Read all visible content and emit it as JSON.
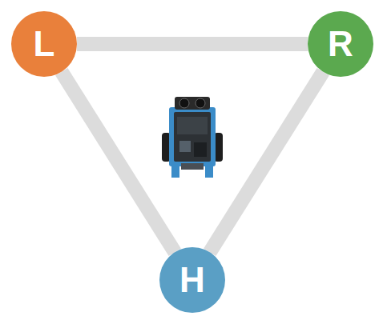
{
  "diagram": {
    "nodes": [
      {
        "text": [
          "L"
        ]
      },
      {
        "text": [
          "R"
        ]
      },
      {
        "text": [
          "H"
        ]
      }
    ],
    "edges": [
      {
        "from": 0,
        "to": 1,
        "arrow": "none"
      },
      {
        "from": 0,
        "to": 2,
        "arrow": "none"
      },
      {
        "from": 1,
        "to": 2,
        "arrow": "none"
      }
    ]
  }
}
